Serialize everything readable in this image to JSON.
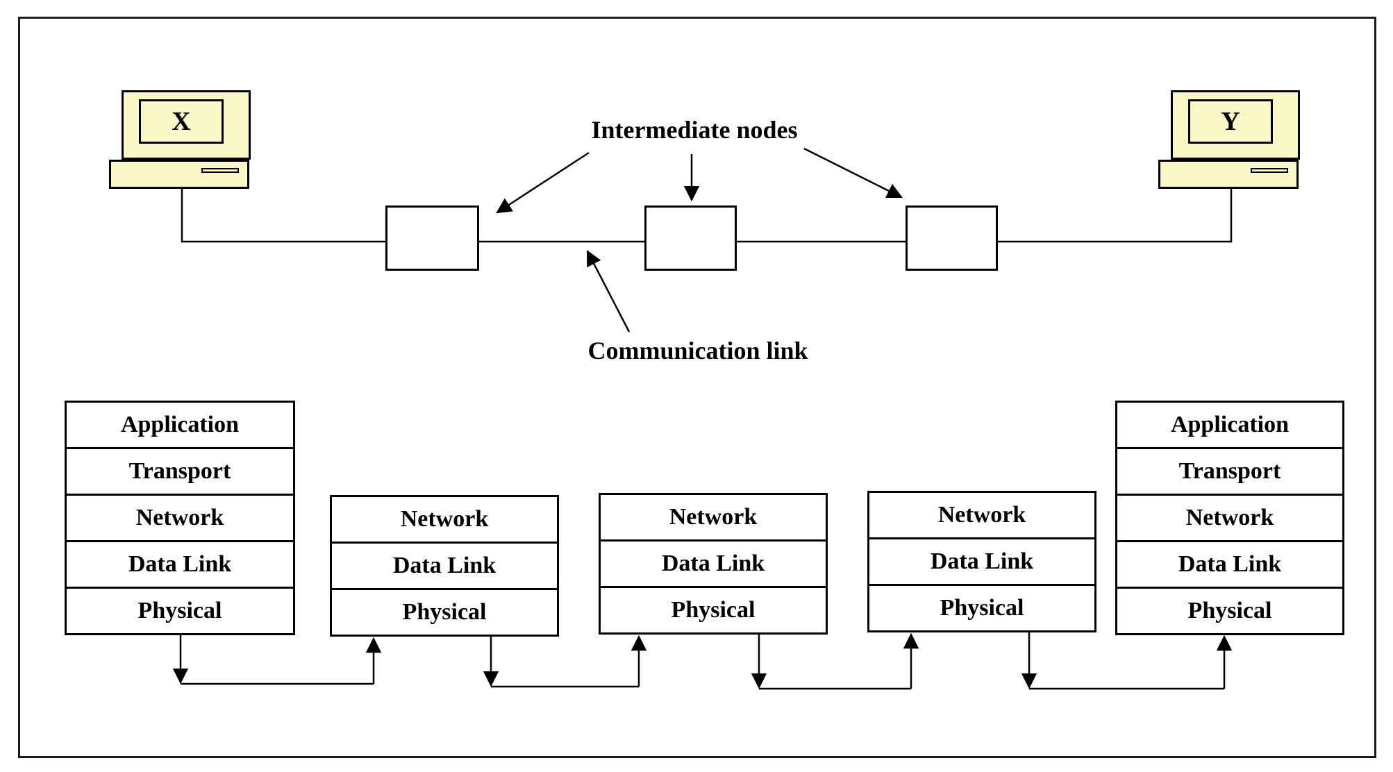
{
  "labels": {
    "intermediate_nodes": "Intermediate nodes",
    "communication_link": "Communication link"
  },
  "hosts": {
    "x": "X",
    "y": "Y"
  },
  "stacks": {
    "host_x": {
      "layers": [
        "Application",
        "Transport",
        "Network",
        "Data Link",
        "Physical"
      ]
    },
    "node_1": {
      "layers": [
        "Network",
        "Data Link",
        "Physical"
      ]
    },
    "node_2": {
      "layers": [
        "Network",
        "Data Link",
        "Physical"
      ]
    },
    "node_3": {
      "layers": [
        "Network",
        "Data Link",
        "Physical"
      ]
    },
    "host_y": {
      "layers": [
        "Application",
        "Transport",
        "Network",
        "Data Link",
        "Physical"
      ]
    }
  },
  "colors": {
    "computer_fill": "#FBF8C8",
    "line": "#000000",
    "background": "#FFFFFF"
  }
}
